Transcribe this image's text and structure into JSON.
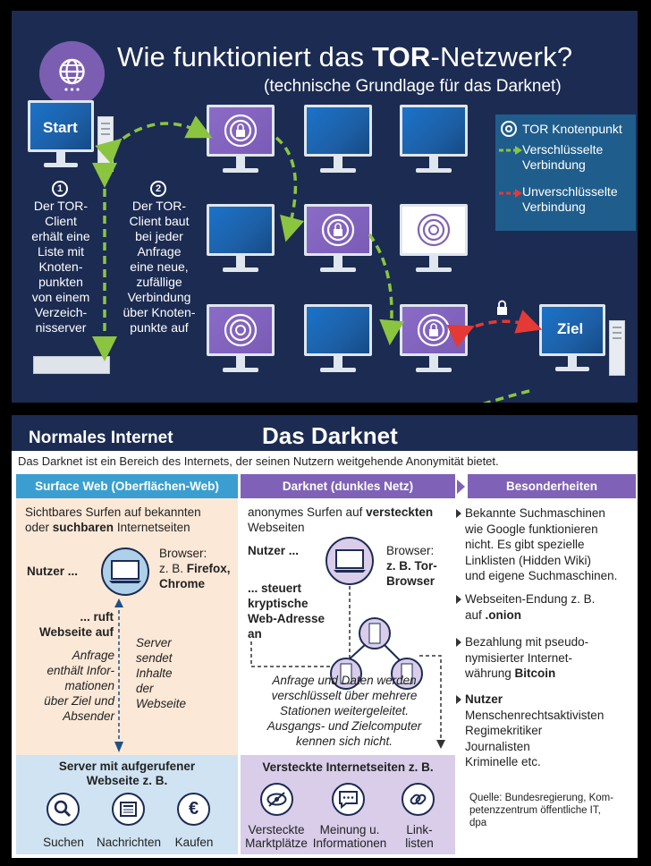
{
  "title": {
    "prefix": "Wie funktioniert das ",
    "bold": "TOR",
    "suffix": "-Netzwerk?"
  },
  "subtitle": "(technische Grundlage für das Darknet)",
  "icons": {
    "globe": "globe-icon",
    "lock": "lock-icon",
    "tor_node": "tor-node-icon",
    "search": "search-icon",
    "news": "newspaper-icon",
    "euro": "euro-icon",
    "eye_off": "eye-slash-icon",
    "chat": "chat-bubble-icon",
    "link": "link-icon"
  },
  "colors": {
    "navy": "#1c2b52",
    "blue_screen": "#1a73c9",
    "purple": "#7f62b7",
    "green_arrow": "#8bc540",
    "red_arrow": "#e53935",
    "legend_bg": "#1f5d8c",
    "surface_blue": "#3a9fd0"
  },
  "monitors": {
    "start": "Start",
    "ziel": "Ziel"
  },
  "steps": [
    {
      "num": "1",
      "text": [
        "Der TOR-",
        "Client",
        "erhält eine",
        "Liste mit",
        "Knoten-",
        "punkten",
        "von einem",
        "Verzeich-",
        "nisserver"
      ]
    },
    {
      "num": "2",
      "text": [
        "Der TOR-",
        "Client baut",
        "bei jeder",
        "Anfrage",
        "eine neue,",
        "zufällige",
        "Verbindung",
        "über Knoten-",
        "punkte auf"
      ]
    }
  ],
  "legend": {
    "node": "TOR Knotenpunkt",
    "encrypted": [
      "Verschlüsselte",
      "Verbindung"
    ],
    "unencrypted": [
      "Unverschlüsselte",
      "Verbindung"
    ]
  },
  "bottom": {
    "left_title": "Normales Internet",
    "main_title": "Das Darknet",
    "intro": "Das Darknet ist ein Bereich des Internets, der seinen Nutzern weitgehende Anonymität bietet.",
    "columns": {
      "surface": "Surface Web (Oberflächen-Web)",
      "darknet": "Darknet (dunkles Netz)",
      "special": "Besonderheiten"
    },
    "surface": {
      "desc": [
        "Sichtbares Surfen auf bekannten",
        "oder ",
        "suchbaren",
        " Internetseiten"
      ],
      "user": "Nutzer ...",
      "browser": [
        "Browser:",
        "z. B. ",
        "Firefox,",
        "Chrome"
      ],
      "ruft": [
        "... ruft",
        "Webseite auf"
      ],
      "anfrage": [
        "Anfrage",
        "enthält Infor-",
        "mationen",
        "über Ziel und",
        "Absender"
      ],
      "server": [
        "Server",
        "sendet",
        "Inhalte",
        "der",
        "Webseite"
      ],
      "box_title": [
        "Server mit aufgerufener",
        "Webseite z. B."
      ],
      "icons": [
        "Suchen",
        "Nachrichten",
        "Kaufen"
      ]
    },
    "darknet": {
      "desc": [
        "anonymes Surfen auf ",
        "versteckten",
        "Webseiten"
      ],
      "user": "Nutzer ...",
      "browser": [
        "Browser:",
        "z. B. Tor-",
        "Browser"
      ],
      "steuert": [
        "... steuert",
        "kryptische",
        "Web-Adresse",
        "an"
      ],
      "note": [
        "Anfrage und Daten werden",
        "verschlüsselt über mehrere",
        "Stationen weitergeleitet.",
        "Ausgangs- und Zielcomputer",
        "kennen sich nicht."
      ],
      "box_title": "Versteckte Internetseiten z. B.",
      "icons": [
        [
          "Versteckte",
          "Marktplätze"
        ],
        [
          "Meinung u.",
          "Informationen"
        ],
        [
          "Link-",
          "listen"
        ]
      ]
    },
    "special": {
      "b1": [
        "Bekannte Suchmaschinen",
        "wie Google funktionieren",
        "nicht. Es gibt spezielle",
        "Linklisten (Hidden Wiki)",
        "und eigene Suchmaschinen."
      ],
      "b2": [
        "Webseiten-Endung z. B.",
        "auf ",
        ".onion"
      ],
      "b3": [
        "Bezahlung mit pseudo-",
        "nymisierter Internet-",
        "währung ",
        "Bitcoin"
      ],
      "b4_title": "Nutzer",
      "b4": [
        "Menschenrechtsaktivisten",
        "Regimekritiker",
        "Journalisten",
        "Kriminelle etc."
      ],
      "source": [
        "Quelle: Bundesregierung, Kom-",
        "petenzzentrum öffentliche IT,",
        "dpa"
      ]
    }
  }
}
